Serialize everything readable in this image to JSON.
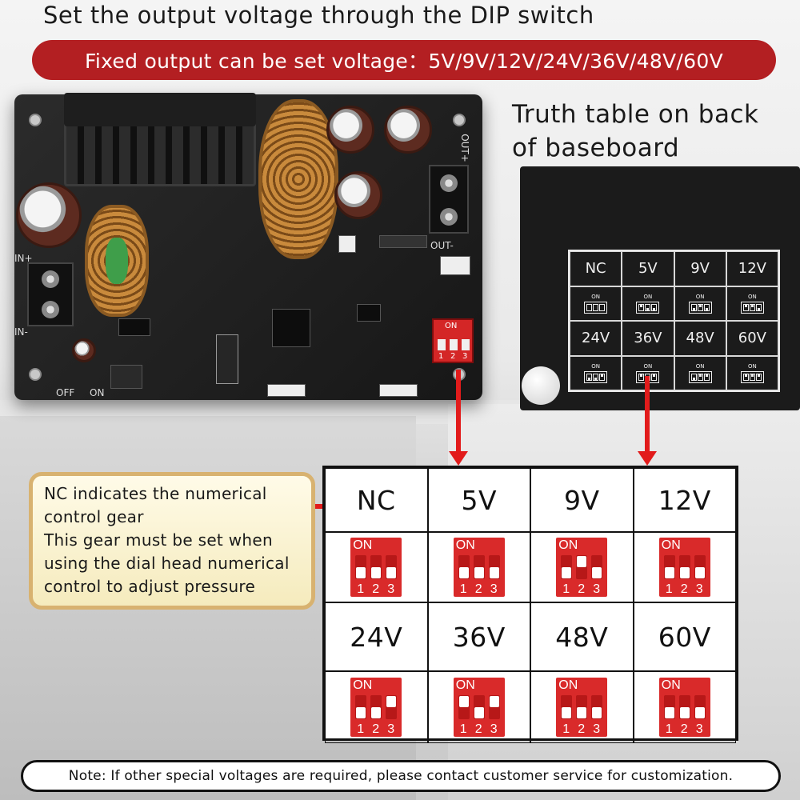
{
  "headline": "Set the output voltage through the DIP switch",
  "banner": "Fixed output can be set voltage：5V/9V/12V/24V/36V/48V/60V",
  "right_caption": [
    "Truth table on back",
    "of baseboard"
  ],
  "board_labels": {
    "off": "OFF",
    "on": "ON",
    "out_plus": "OUT+",
    "out_minus": "OUT-",
    "in_plus": "IN+",
    "in_minus": "IN-",
    "dip_on": "ON",
    "dip_nums": [
      "1",
      "2",
      "3"
    ]
  },
  "back_table": {
    "row1": [
      "NC",
      "5V",
      "9V",
      "12V"
    ],
    "row2": [
      "24V",
      "36V",
      "48V",
      "60V"
    ],
    "on_label": "ON"
  },
  "note_box": [
    "NC indicates the numerical",
    "control gear",
    "This gear must be set when",
    "using the dial head numerical",
    "control to adjust pressure"
  ],
  "truth_table": {
    "on_label": "ON",
    "switch_numbers": [
      "1",
      "2",
      "3"
    ],
    "entries": [
      {
        "voltage": "NC",
        "switches": [
          "off",
          "off",
          "off"
        ]
      },
      {
        "voltage": "5V",
        "switches": [
          "off",
          "off",
          "off"
        ]
      },
      {
        "voltage": "9V",
        "switches": [
          "off",
          "on",
          "off"
        ]
      },
      {
        "voltage": "12V",
        "switches": [
          "off",
          "off",
          "off"
        ]
      },
      {
        "voltage": "24V",
        "switches": [
          "off",
          "off",
          "on"
        ]
      },
      {
        "voltage": "36V",
        "switches": [
          "on",
          "off",
          "on"
        ]
      },
      {
        "voltage": "48V",
        "switches": [
          "off",
          "off",
          "off"
        ]
      },
      {
        "voltage": "60V",
        "switches": [
          "off",
          "off",
          "off"
        ]
      }
    ]
  },
  "footer": "Note: If other special voltages are required, please contact customer service for customization.",
  "colors": {
    "accent_red": "#b31f22",
    "arrow_red": "#e21b1b",
    "dip_red": "#d92a2a",
    "note_border": "#d8b270"
  }
}
